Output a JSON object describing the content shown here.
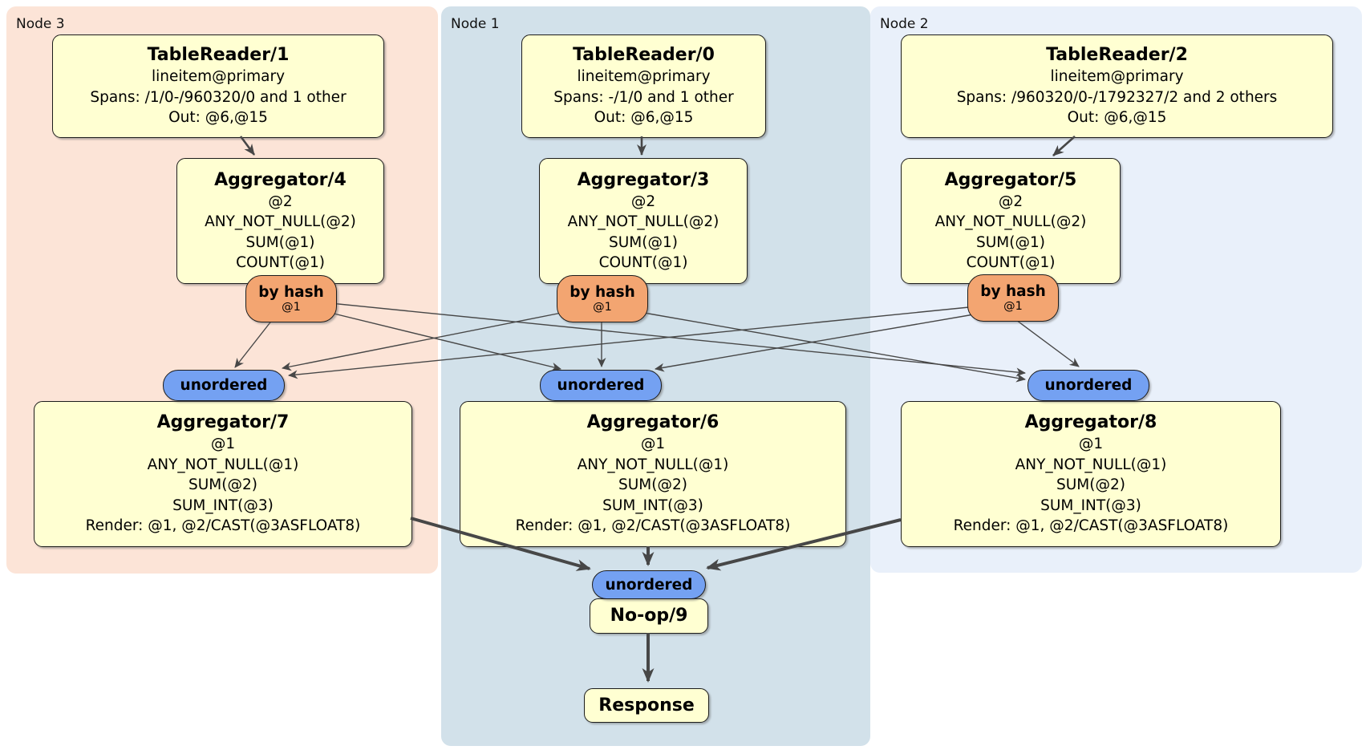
{
  "regions": [
    {
      "id": "node3",
      "label": "Node 3"
    },
    {
      "id": "node1",
      "label": "Node 1"
    },
    {
      "id": "node2",
      "label": "Node 2"
    }
  ],
  "processors": [
    {
      "id": "tablereader-1",
      "title": "TableReader/1",
      "lines": [
        "lineitem@primary",
        "Spans: /1/0-/960320/0 and 1 other",
        "Out: @6,@15"
      ]
    },
    {
      "id": "aggregator-4",
      "title": "Aggregator/4",
      "lines": [
        "@2",
        "ANY_NOT_NULL(@2)",
        "SUM(@1)",
        "COUNT(@1)"
      ]
    },
    {
      "id": "tablereader-0",
      "title": "TableReader/0",
      "lines": [
        "lineitem@primary",
        "Spans: -/1/0 and 1 other",
        "Out: @6,@15"
      ]
    },
    {
      "id": "aggregator-3",
      "title": "Aggregator/3",
      "lines": [
        "@2",
        "ANY_NOT_NULL(@2)",
        "SUM(@1)",
        "COUNT(@1)"
      ]
    },
    {
      "id": "tablereader-2",
      "title": "TableReader/2",
      "lines": [
        "lineitem@primary",
        "Spans: /960320/0-/1792327/2 and 2 others",
        "Out: @6,@15"
      ]
    },
    {
      "id": "aggregator-5",
      "title": "Aggregator/5",
      "lines": [
        "@2",
        "ANY_NOT_NULL(@2)",
        "SUM(@1)",
        "COUNT(@1)"
      ]
    },
    {
      "id": "aggregator-7",
      "title": "Aggregator/7",
      "lines": [
        "@1",
        "ANY_NOT_NULL(@1)",
        "SUM(@2)",
        "SUM_INT(@3)",
        "Render: @1, @2/CAST(@3ASFLOAT8)"
      ]
    },
    {
      "id": "aggregator-6",
      "title": "Aggregator/6",
      "lines": [
        "@1",
        "ANY_NOT_NULL(@1)",
        "SUM(@2)",
        "SUM_INT(@3)",
        "Render: @1, @2/CAST(@3ASFLOAT8)"
      ]
    },
    {
      "id": "aggregator-8",
      "title": "Aggregator/8",
      "lines": [
        "@1",
        "ANY_NOT_NULL(@1)",
        "SUM(@2)",
        "SUM_INT(@3)",
        "Render: @1, @2/CAST(@3ASFLOAT8)"
      ]
    },
    {
      "id": "no-op-9",
      "title": "No-op/9",
      "lines": []
    },
    {
      "id": "response",
      "title": "Response",
      "lines": []
    }
  ],
  "routers": [
    {
      "id": "byhash-node3",
      "label": "by hash",
      "detail": "@1"
    },
    {
      "id": "byhash-node1",
      "label": "by hash",
      "detail": "@1"
    },
    {
      "id": "byhash-node2",
      "label": "by hash",
      "detail": "@1"
    }
  ],
  "streams": [
    {
      "id": "unordered-left",
      "label": "unordered"
    },
    {
      "id": "unordered-middle",
      "label": "unordered"
    },
    {
      "id": "unordered-right",
      "label": "unordered"
    },
    {
      "id": "unordered-bottom",
      "label": "unordered"
    }
  ],
  "edges": [
    {
      "id": "tr1-agg4",
      "from": "tablereader-1",
      "to": "aggregator-4",
      "kind": "med"
    },
    {
      "id": "tr0-agg3",
      "from": "tablereader-0",
      "to": "aggregator-3",
      "kind": "med"
    },
    {
      "id": "tr2-agg5",
      "from": "tablereader-2",
      "to": "aggregator-5",
      "kind": "med"
    },
    {
      "id": "bh3-uno3",
      "from": "byhash-node3",
      "to": "unordered-left",
      "kind": "thin"
    },
    {
      "id": "bh3-uno1",
      "from": "byhash-node3",
      "to": "unordered-middle",
      "kind": "thin"
    },
    {
      "id": "bh3-uno2",
      "from": "byhash-node3",
      "to": "unordered-right",
      "kind": "thin"
    },
    {
      "id": "bh1-uno3",
      "from": "byhash-node1",
      "to": "unordered-left",
      "kind": "thin"
    },
    {
      "id": "bh1-uno1",
      "from": "byhash-node1",
      "to": "unordered-middle",
      "kind": "thin"
    },
    {
      "id": "bh1-uno2",
      "from": "byhash-node1",
      "to": "unordered-right",
      "kind": "thin"
    },
    {
      "id": "bh2-uno3",
      "from": "byhash-node2",
      "to": "unordered-left",
      "kind": "thin"
    },
    {
      "id": "bh2-uno1",
      "from": "byhash-node2",
      "to": "unordered-middle",
      "kind": "thin"
    },
    {
      "id": "bh2-uno2",
      "from": "byhash-node2",
      "to": "unordered-right",
      "kind": "thin"
    },
    {
      "id": "agg7-unoB",
      "from": "aggregator-7",
      "to": "unordered-bottom",
      "kind": "thick"
    },
    {
      "id": "agg6-unoB",
      "from": "aggregator-6",
      "to": "unordered-bottom",
      "kind": "thick"
    },
    {
      "id": "agg8-unoB",
      "from": "aggregator-8",
      "to": "unordered-bottom",
      "kind": "thick"
    },
    {
      "id": "noop-resp",
      "from": "no-op-9",
      "to": "response",
      "kind": "thick"
    }
  ],
  "colors": {
    "node3_bg": "#fce4d7",
    "node1_bg": "#d2e1ea",
    "node2_bg": "#e9f0fa",
    "box_fill": "#ffffd2",
    "byhash_fill": "#f3a571",
    "stream_fill": "#74a1f2",
    "edge": "#474747"
  }
}
